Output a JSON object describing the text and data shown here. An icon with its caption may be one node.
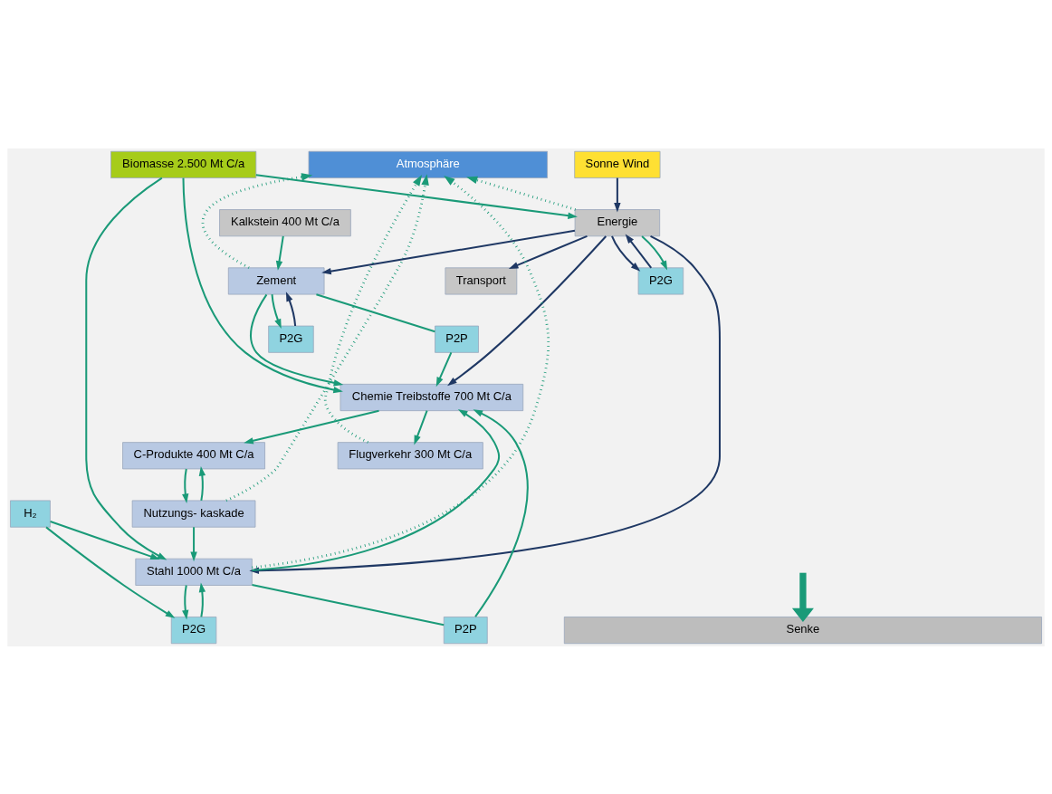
{
  "diagram": {
    "nodes": [
      {
        "text": [
          "Atmosphäre"
        ]
      },
      {
        "text": [
          "Sonne Wind"
        ]
      },
      {
        "text": [
          "C-Produkte 400 Mt C/a"
        ]
      },
      {
        "text": [
          "Chemie Treibstoffe 700 Mt C/a"
        ]
      },
      {
        "text": [
          "Flugverkehr 300 Mt C/a"
        ]
      },
      {
        "text": [
          "Nutzungs- kaskade"
        ]
      },
      {
        "text": [
          "Energie"
        ]
      },
      {
        "text": [
          "P2P"
        ]
      },
      {
        "text": [
          "P2P"
        ]
      },
      {
        "text": [
          "Transport"
        ]
      },
      {
        "text": [
          "P2G"
        ]
      },
      {
        "text": [
          "H₂"
        ]
      },
      {
        "text": [
          "P2G"
        ]
      },
      {
        "text": [
          "Stahl 1000 Mt C/a"
        ]
      },
      {
        "text": [
          "Zement"
        ]
      },
      {
        "text": [
          "Kalkstein 400 Mt C/a"
        ]
      },
      {
        "text": [
          "P2G"
        ]
      },
      {
        "text": [
          "Biomasse 2.500 Mt C/a"
        ]
      },
      {
        "text": [
          "Senke"
        ]
      }
    ],
    "edges": [
      {
        "from": 3,
        "to": 2,
        "arrow": "to"
      },
      {
        "from": 3,
        "to": 4,
        "arrow": "to"
      },
      {
        "from": 4,
        "to": 0,
        "arrow": "to",
        "style": "dashed"
      },
      {
        "from": 6,
        "to": 0,
        "arrow": "to",
        "style": "dashed"
      },
      {
        "from": 5,
        "to": 2,
        "arrow": "to"
      },
      {
        "from": 2,
        "to": 5,
        "arrow": "to"
      },
      {
        "from": 5,
        "to": 0,
        "arrow": "to",
        "style": "dashed"
      },
      {
        "from": 13,
        "to": 0,
        "arrow": "to",
        "style": "dashed"
      },
      {
        "from": 14,
        "to": 0,
        "arrow": "to",
        "style": "dashed"
      },
      {
        "from": 5,
        "to": 13,
        "arrow": "to"
      },
      {
        "from": 13,
        "to": 12,
        "arrow": "to"
      },
      {
        "from": 12,
        "to": 13,
        "arrow": "to"
      },
      {
        "from": 11,
        "to": 12,
        "arrow": "to"
      },
      {
        "from": 11,
        "to": 13,
        "arrow": "to"
      },
      {
        "from": 13,
        "to": 7,
        "arrow": "none"
      },
      {
        "from": 7,
        "to": 3,
        "arrow": "to"
      },
      {
        "from": 14,
        "to": 8,
        "arrow": "none"
      },
      {
        "from": 8,
        "to": 3,
        "arrow": "to"
      },
      {
        "from": 13,
        "to": 3,
        "arrow": "to"
      },
      {
        "from": 14,
        "to": 3,
        "arrow": "to"
      },
      {
        "from": 17,
        "to": 3,
        "arrow": "to"
      },
      {
        "from": 17,
        "to": 6,
        "arrow": "to"
      },
      {
        "from": 17,
        "to": 13,
        "arrow": "to"
      },
      {
        "from": 15,
        "to": 14,
        "arrow": "to"
      },
      {
        "from": 14,
        "to": 16,
        "arrow": "to"
      },
      {
        "from": 16,
        "to": 14,
        "arrow": "to",
        "color": "#1f3864"
      },
      {
        "from": 6,
        "to": 14,
        "arrow": "to",
        "color": "#1f3864"
      },
      {
        "from": 6,
        "to": 13,
        "arrow": "to",
        "color": "#1f3864"
      },
      {
        "from": 1,
        "to": 6,
        "arrow": "to",
        "color": "#1f3864"
      },
      {
        "from": 6,
        "to": 3,
        "arrow": "to",
        "color": "#1f3864"
      },
      {
        "from": 6,
        "to": 9,
        "arrow": "to",
        "color": "#1f3864"
      },
      {
        "from": 6,
        "to": 10,
        "arrow": "to",
        "color": "#1f3864"
      },
      {
        "from": 10,
        "to": 6,
        "arrow": "to",
        "color": "#1f3864"
      },
      {
        "from": 6,
        "to": 10,
        "arrow": "to"
      },
      {
        "from": null,
        "to": 18,
        "arrow": "to",
        "style": "thick"
      }
    ]
  }
}
